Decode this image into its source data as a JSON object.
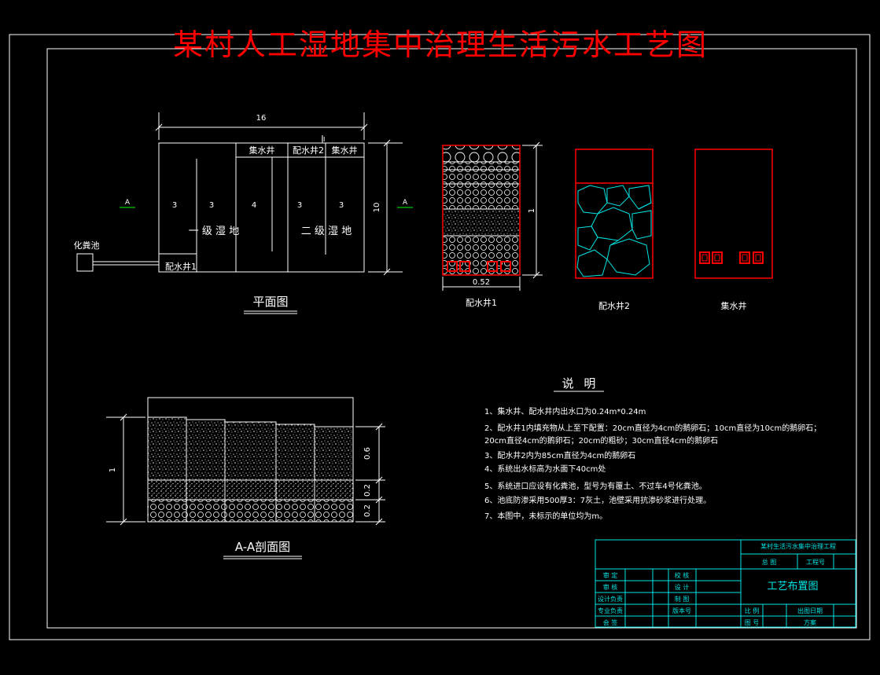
{
  "title": "某村人工湿地集中治理生活污水工艺图",
  "plan": {
    "dim_width": "16",
    "dim_height": "10",
    "mark_ll": "II",
    "section_mark": "A",
    "collector_well": "集水井",
    "dist_well_2": "配水井2",
    "collector_well_2": "集水井",
    "dist_well_1": "配水井1",
    "septic_tank": "化粪池",
    "n1": "3",
    "n2": "3",
    "n3": "4",
    "n4": "3",
    "n5": "3",
    "wetland_1": "一 级 湿 地",
    "wetland_2": "二 级 湿 地",
    "caption": "平面图"
  },
  "wells": {
    "dim_h": "1",
    "dim_w": "0.52",
    "label_1": "配水井1",
    "label_2": "配水井2",
    "label_3": "集水井"
  },
  "section": {
    "dim_h": "1",
    "d1": "0.6",
    "d2": "0.2",
    "d3": "0.2",
    "caption": "A-A剖面图"
  },
  "notes": {
    "heading": "说 明",
    "lines": [
      "1、集水井、配水井内出水口为0.24m*0.24m",
      "2、配水井1内填充物从上至下配置：20cm直径为4cm的鹅卵石；10cm直径为10cm的鹅卵石；",
      "20cm直径4cm的鹅卵石；20cm的粗砂；30cm直径4cm的鹅卵石",
      "3、配水井2内为85cm直径为4cm的鹅卵石",
      "4、系统出水标高为水面下40cm处",
      "5、系统进口应设有化粪池，型号为有覆土、不过车4号化粪池。",
      "6、池底防渗采用500厚3：7灰土，池壁采用抗渗砂浆进行处理。",
      "7、本图中，未标示的单位均为m。"
    ]
  },
  "titleblock": {
    "project": "某村生活污水集中治理工程",
    "sub1": "总 图",
    "sub2": "工程号",
    "drawing_name": "工艺布置图",
    "r1a": "审 定",
    "r1b": "校 核",
    "r2a": "审 核",
    "r2b": "设 计",
    "r3a": "设计负责",
    "r3b": "制 图",
    "r4a": "专业负责",
    "r4b": "版本号",
    "r5a": "会 签",
    "scale": "比 例",
    "date": "出图日期",
    "drawing_no": "图 号",
    "phase": "方案"
  },
  "colors": {
    "background": "#000000",
    "line": "#ffffff",
    "title": "#ff0000",
    "well_outline": "#ff0000",
    "stone_cyan": "#00e5e5",
    "titleblock": "#00e5e5"
  }
}
